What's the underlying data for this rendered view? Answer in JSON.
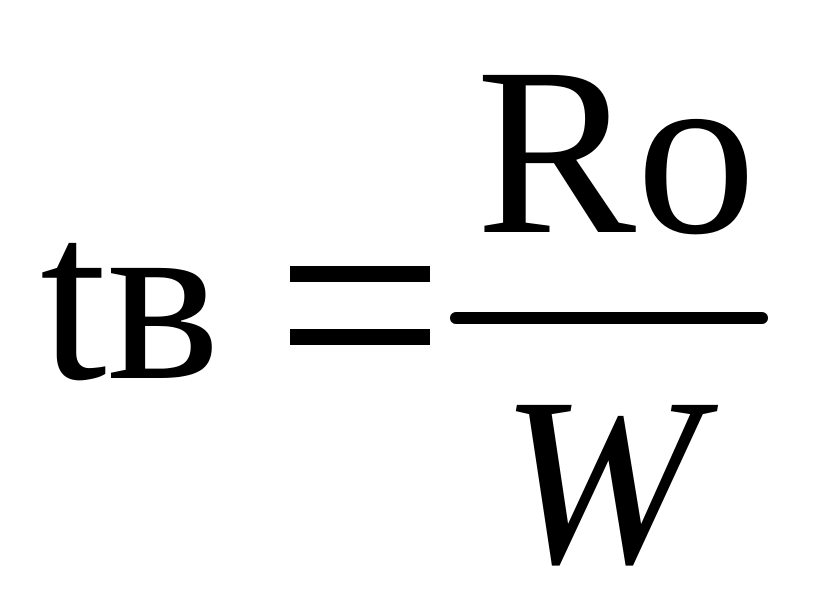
{
  "formula": {
    "lhs": "tв",
    "equals": "=",
    "numerator": "Ro",
    "denominator": "W"
  }
}
